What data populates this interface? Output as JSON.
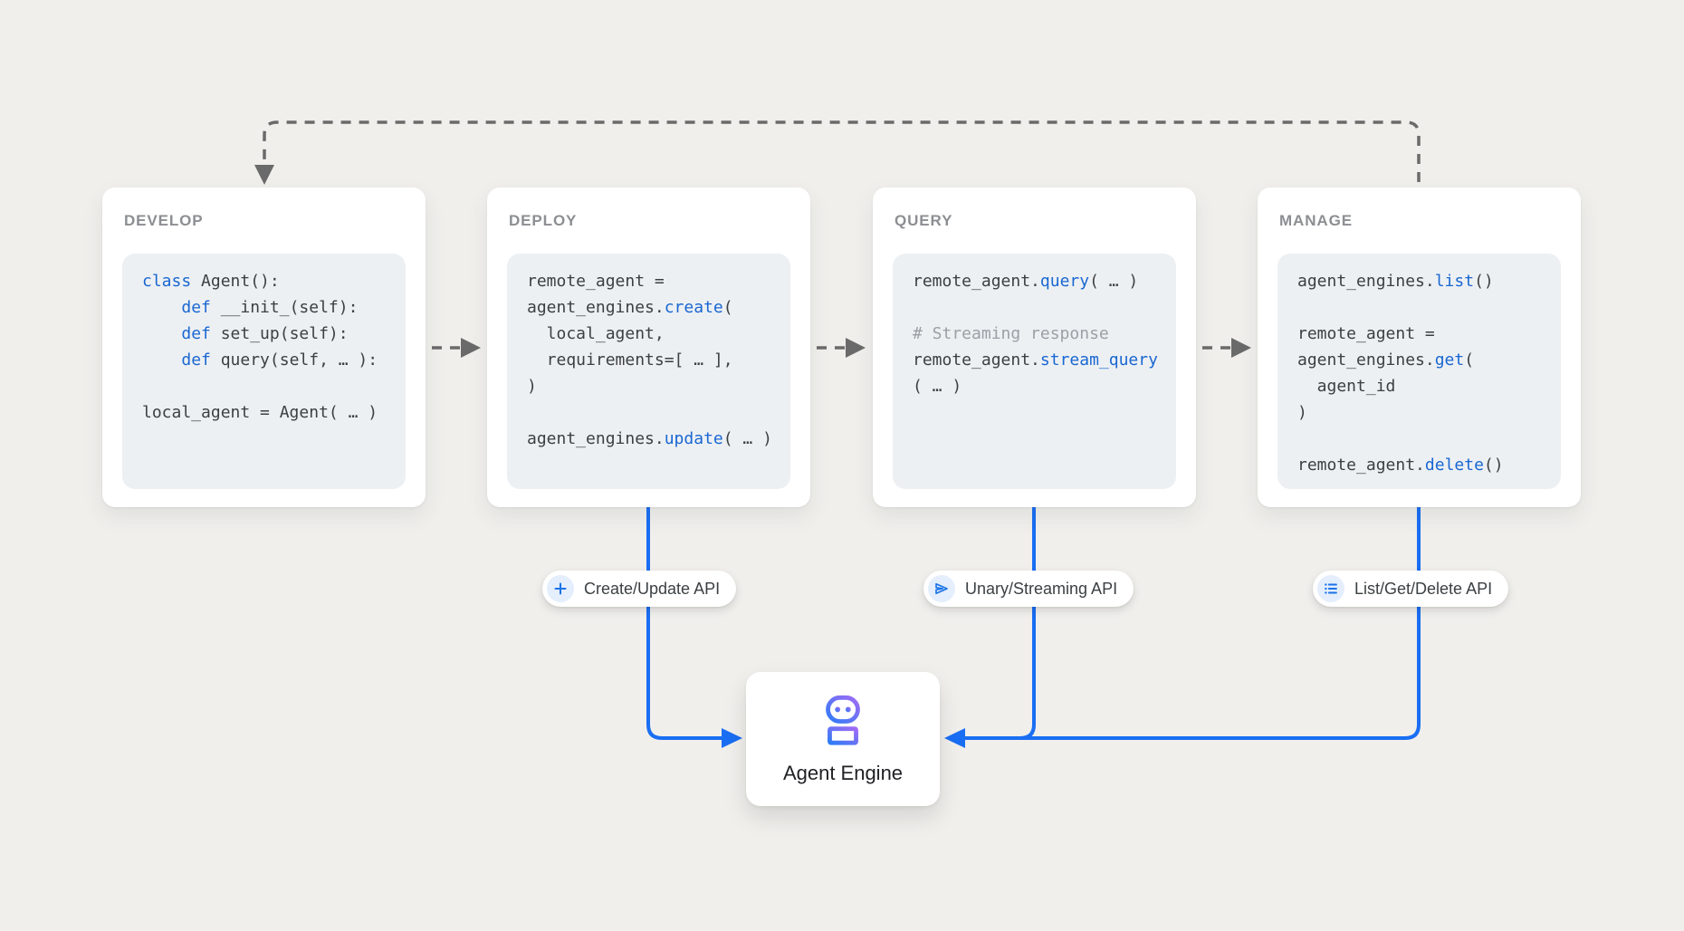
{
  "colors": {
    "accent_blue": "#1a6ef3",
    "keyword_blue": "#1967d2",
    "comment_gray": "#9aa0a6",
    "code_text": "#3c4043",
    "dashed_gray": "#6a6a6a",
    "icon_circle_blue": "#e4eefc",
    "robot_gradient_top": "#a06bf5",
    "robot_gradient_bottom": "#2e7cf6"
  },
  "panels": [
    {
      "title": "DEVELOP",
      "code": [
        [
          [
            "kw",
            "class"
          ],
          [
            "pl",
            " Agent():"
          ]
        ],
        [
          [
            "pl",
            "    "
          ],
          [
            "kw",
            "def"
          ],
          [
            "pl",
            " __init_(self):"
          ]
        ],
        [
          [
            "pl",
            "    "
          ],
          [
            "kw",
            "def"
          ],
          [
            "pl",
            " set_up(self):"
          ]
        ],
        [
          [
            "pl",
            "    "
          ],
          [
            "kw",
            "def"
          ],
          [
            "pl",
            " query(self, … ):"
          ]
        ],
        [],
        [
          [
            "pl",
            "local_agent = Agent( … )"
          ]
        ]
      ]
    },
    {
      "title": "DEPLOY",
      "code": [
        [
          [
            "pl",
            "remote_agent ="
          ]
        ],
        [
          [
            "pl",
            "agent_engines."
          ],
          [
            "kw",
            "create"
          ],
          [
            "pl",
            "("
          ]
        ],
        [
          [
            "pl",
            "  local_agent,"
          ]
        ],
        [
          [
            "pl",
            "  requirements=[ … ],"
          ]
        ],
        [
          [
            "pl",
            ")"
          ]
        ],
        [],
        [
          [
            "pl",
            "agent_engines."
          ],
          [
            "kw",
            "update"
          ],
          [
            "pl",
            "( … )"
          ]
        ]
      ]
    },
    {
      "title": "QUERY",
      "code": [
        [
          [
            "pl",
            "remote_agent."
          ],
          [
            "kw",
            "query"
          ],
          [
            "pl",
            "( … )"
          ]
        ],
        [],
        [
          [
            "cm",
            "# Streaming response"
          ]
        ],
        [
          [
            "pl",
            "remote_agent."
          ],
          [
            "kw",
            "stream_query"
          ]
        ],
        [
          [
            "pl",
            "( … )"
          ]
        ]
      ]
    },
    {
      "title": "MANAGE",
      "code": [
        [
          [
            "pl",
            "agent_engines."
          ],
          [
            "kw",
            "list"
          ],
          [
            "pl",
            "()"
          ]
        ],
        [],
        [
          [
            "pl",
            "remote_agent ="
          ]
        ],
        [
          [
            "pl",
            "agent_engines."
          ],
          [
            "kw",
            "get"
          ],
          [
            "pl",
            "("
          ]
        ],
        [
          [
            "pl",
            "  agent_id"
          ]
        ],
        [
          [
            "pl",
            ")"
          ]
        ],
        [],
        [
          [
            "pl",
            "remote_agent."
          ],
          [
            "kw",
            "delete"
          ],
          [
            "pl",
            "()"
          ]
        ]
      ]
    }
  ],
  "pills": [
    {
      "label": "Create/Update API",
      "icon": "plus-icon"
    },
    {
      "label": "Unary/Streaming API",
      "icon": "send-icon"
    },
    {
      "label": "List/Get/Delete API",
      "icon": "list-icon"
    }
  ],
  "engine": {
    "label": "Agent Engine",
    "icon": "robot-icon"
  }
}
